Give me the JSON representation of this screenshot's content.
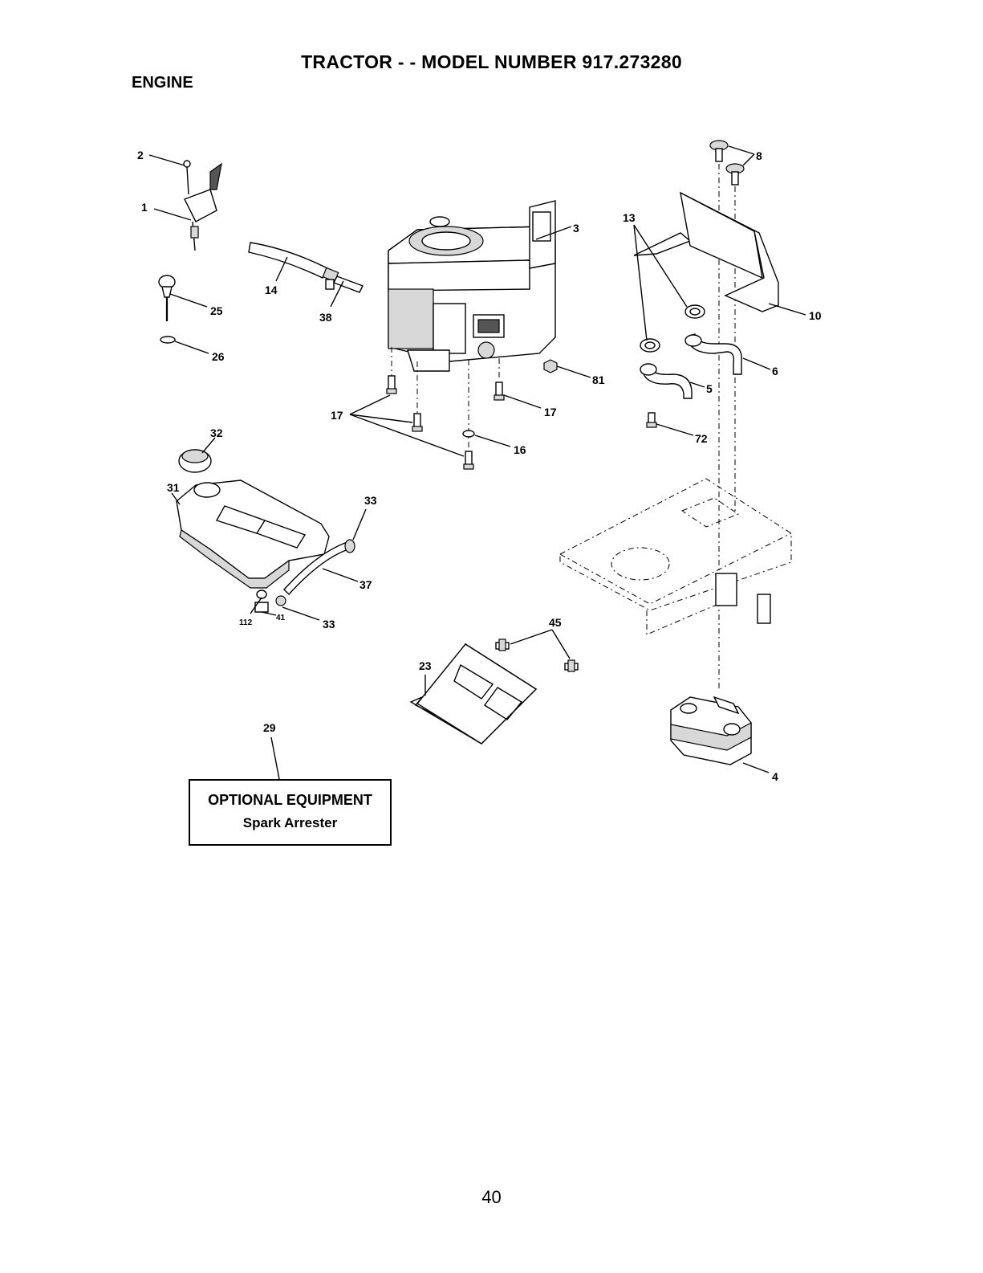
{
  "header": {
    "title": "TRACTOR - - MODEL NUMBER 917.273280",
    "section": "ENGINE"
  },
  "callouts": {
    "c1": "1",
    "c2": "2",
    "c3": "3",
    "c4": "4",
    "c5": "5",
    "c6": "6",
    "c8": "8",
    "c10": "10",
    "c13": "13",
    "c14": "14",
    "c16": "16",
    "c17a": "17",
    "c17b": "17",
    "c23": "23",
    "c25": "25",
    "c26": "26",
    "c29": "29",
    "c31": "31",
    "c32": "32",
    "c33a": "33",
    "c33b": "33",
    "c37": "37",
    "c38": "38",
    "c41": "41",
    "c45": "45",
    "c72": "72",
    "c81": "81",
    "c112": "112"
  },
  "optional_equipment": {
    "title": "OPTIONAL EQUIPMENT",
    "item": "Spark Arrester"
  },
  "footer": {
    "page_number": "40"
  }
}
